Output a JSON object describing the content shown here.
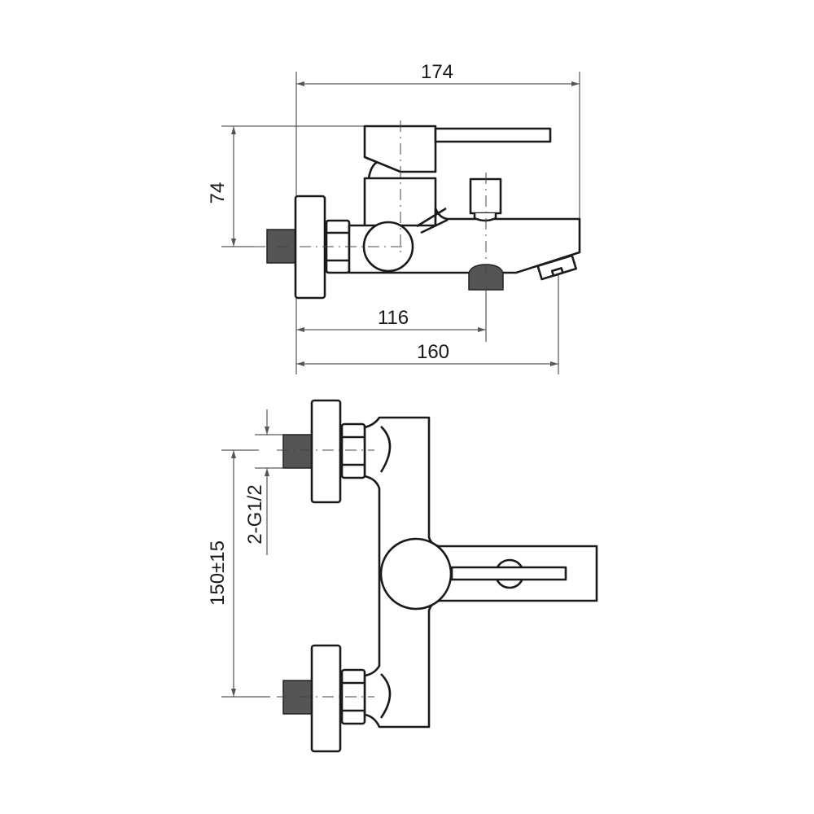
{
  "side_view": {
    "dim_width_total": "174",
    "dim_height": "74",
    "dim_inlet_to_outlet": "116",
    "dim_inlet_to_spout": "160"
  },
  "front_view": {
    "dim_inlet_spacing": "150±15",
    "dim_thread": "2-G1/2"
  },
  "colors": {
    "line": "#1a1a1a",
    "background": "#ffffff"
  }
}
